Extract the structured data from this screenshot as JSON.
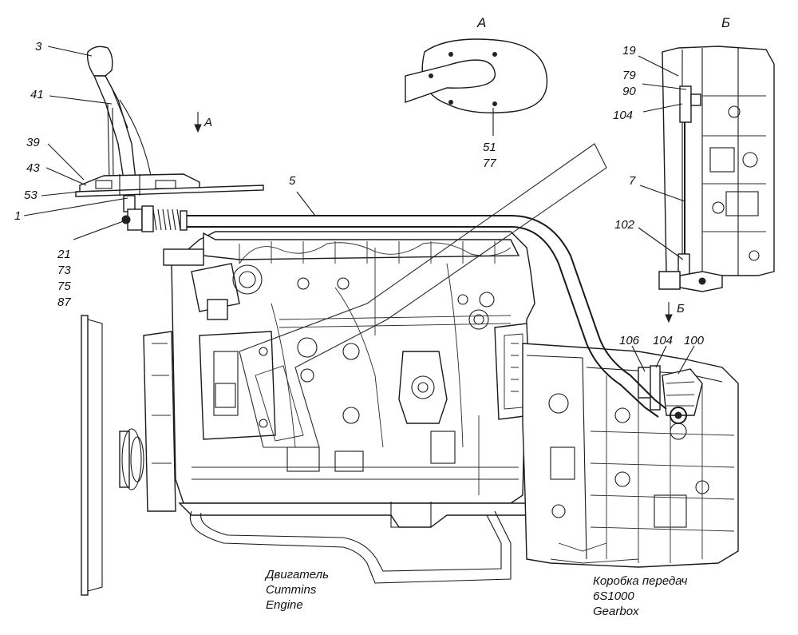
{
  "view_labels": {
    "view_a_top": "А",
    "view_a_arrow": "А",
    "view_b_top": "Б",
    "view_b_arrow": "Б"
  },
  "callouts": {
    "c3": "3",
    "c41": "41",
    "c39": "39",
    "c43": "43",
    "c53": "53",
    "c1": "1",
    "c21": "21",
    "c73": "73",
    "c75": "75",
    "c87": "87",
    "c5": "5",
    "c51": "51",
    "c77": "77",
    "c19": "19",
    "c79": "79",
    "c90": "90",
    "c104_top": "104",
    "c7": "7",
    "c102": "102",
    "c106": "106",
    "c104_bottom": "104",
    "c100": "100"
  },
  "captions": {
    "engine_line1": "Двигатель",
    "engine_line2": "Cummins",
    "engine_line3": "Engine",
    "gearbox_line1": "Коробка передач",
    "gearbox_line2": "6S1000",
    "gearbox_line3": "Gearbox"
  }
}
